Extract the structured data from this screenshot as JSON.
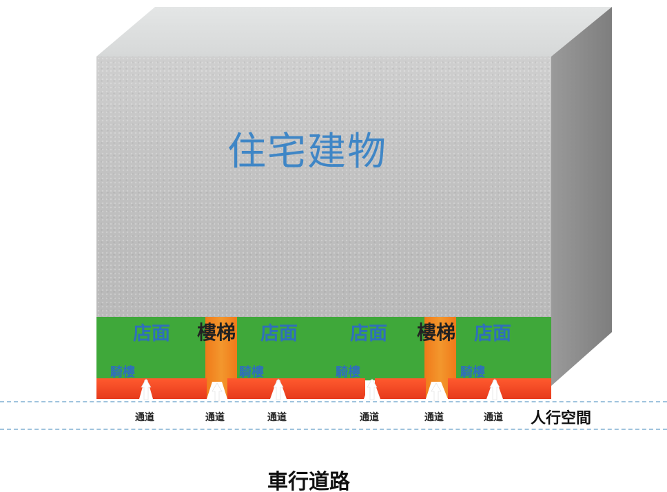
{
  "building": {
    "title": "住宅建物"
  },
  "ground_floor": {
    "shops": [
      "店面",
      "店面",
      "店面",
      "店面"
    ],
    "stairs": [
      "樓梯",
      "樓梯"
    ],
    "arcades": [
      "騎樓",
      "騎樓",
      "騎樓",
      "騎樓"
    ]
  },
  "passages": [
    "通道",
    "通道",
    "通道",
    "通道",
    "通道",
    "通道"
  ],
  "sidewalk_label": "人行空間",
  "road_label": "車行道路",
  "colors": {
    "building_face": "#c4c4c4",
    "building_side": "#8f8f8f",
    "shop_band": "#3fa83a",
    "stair": "#f07a1a",
    "arcade_base": "#ff5a2e",
    "title_text": "#3f86c6",
    "shop_text": "#2f6fbb",
    "dash_line": "#9fc3dd"
  }
}
